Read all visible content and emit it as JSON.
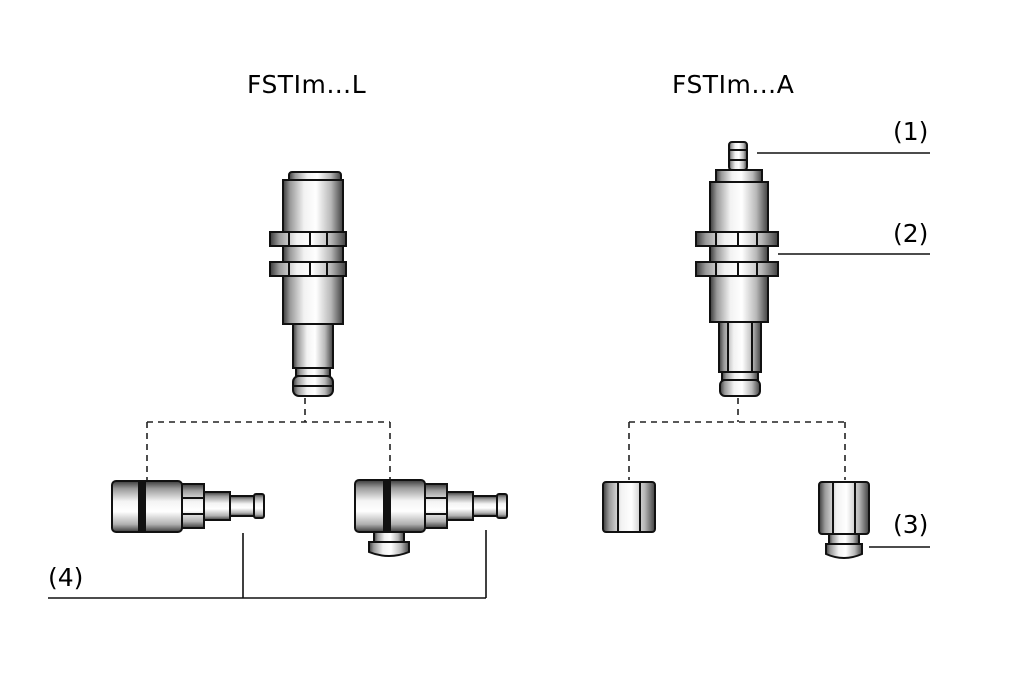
{
  "titles": {
    "left": "FSTIm…L",
    "right": "FSTIm…A"
  },
  "callouts": {
    "c1": "(1)",
    "c2": "(2)",
    "c3": "(3)",
    "c4": "(4)"
  }
}
